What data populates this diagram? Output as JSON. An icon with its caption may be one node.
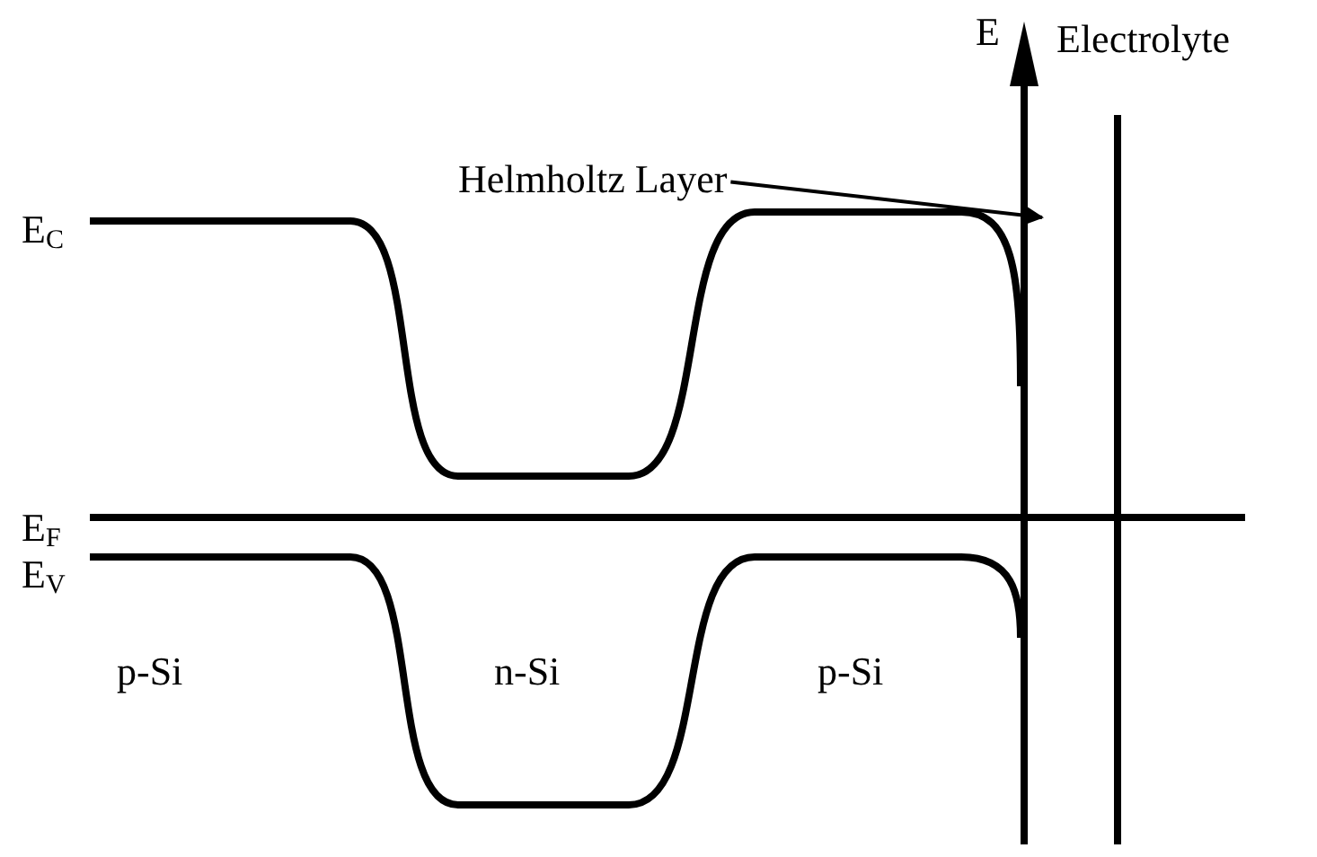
{
  "diagram": {
    "nodes": [
      {
        "text": [
          "Helmholtz Layer"
        ]
      },
      {
        "text": [],
        "shape": "bar"
      }
    ],
    "edges": [
      {
        "from": 0,
        "to": 1,
        "arrow": "to"
      }
    ],
    "labels": [
      "E",
      "Electrolyte",
      "E$_{C}$",
      "E$_{F}$",
      "E$_{V}$",
      "p-Si",
      "n-Si",
      "p-Si"
    ]
  }
}
